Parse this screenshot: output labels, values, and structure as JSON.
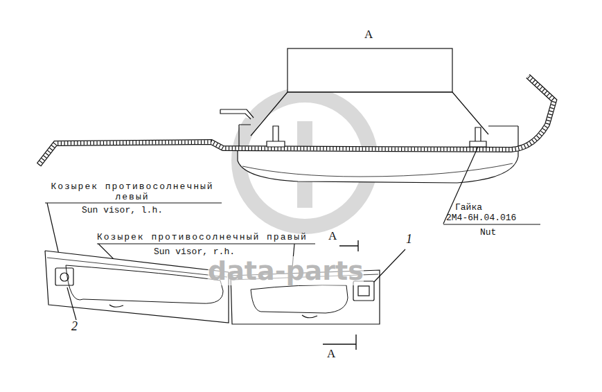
{
  "diagram": {
    "labels": [
      "A",
      "Козырек противосолнечный левый",
      "Sun visor, l.h.",
      "Козырек противосолнечный правый",
      "Sun visor, r.h.",
      "A",
      "A",
      "1",
      "2",
      "Гайка",
      "2М4-6Н.04.016",
      "Nut",
      "data-parts"
    ]
  }
}
